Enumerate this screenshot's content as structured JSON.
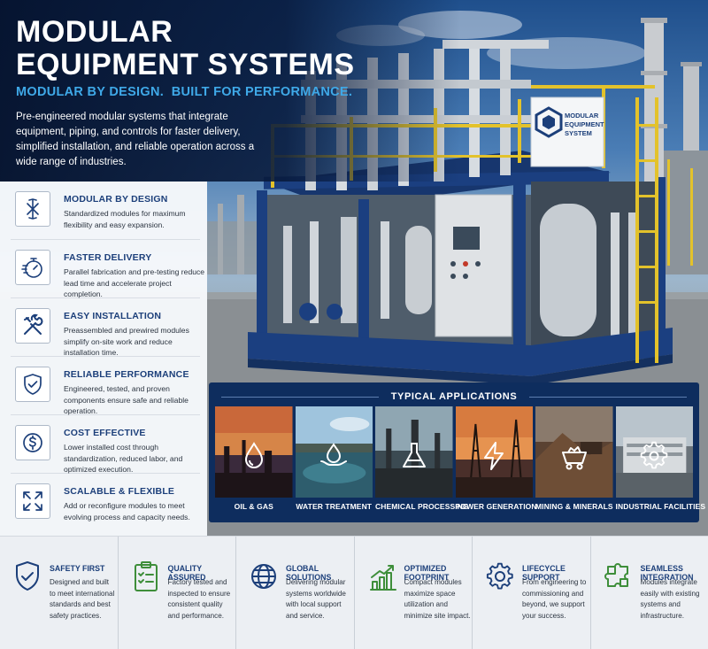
{
  "header": {
    "title_line1": "MODULAR",
    "title_line2": "EQUIPMENT SYSTEMS",
    "tagline": "MODULAR BY DESIGN.  BUILT FOR PERFORMANCE.",
    "intro": "Pre-engineered modular systems that integrate equipment, piping, and controls for faster delivery, simplified installation, and reliable operation across a wide range of industries."
  },
  "module_sign": {
    "line1": "MODULAR",
    "line2": "EQUIPMENT",
    "line3": "SYSTEM"
  },
  "benefits": [
    {
      "title": "MODULAR BY DESIGN",
      "desc": "Standardized modules for maximum flexibility and easy expansion.",
      "icon": "modular-icon"
    },
    {
      "title": "FASTER DELIVERY",
      "desc": "Parallel fabrication and pre-testing reduce lead time and accelerate project completion.",
      "icon": "stopwatch-icon"
    },
    {
      "title": "EASY INSTALLATION",
      "desc": "Preassembled and prewired modules simplify on-site work and reduce installation time.",
      "icon": "wrench-screwdriver-icon"
    },
    {
      "title": "RELIABLE PERFORMANCE",
      "desc": "Engineered, tested, and proven components ensure safe and reliable operation.",
      "icon": "shield-check-icon"
    },
    {
      "title": "COST EFFECTIVE",
      "desc": "Lower installed cost through standardization, reduced labor, and optimized execution.",
      "icon": "dollar-coin-icon"
    },
    {
      "title": "SCALABLE & FLEXIBLE",
      "desc": "Add or reconfigure modules to meet evolving process and capacity needs.",
      "icon": "expand-arrows-icon"
    }
  ],
  "applications": {
    "title": "TYPICAL APPLICATIONS",
    "items": [
      {
        "label": "OIL & GAS",
        "icon": "oil-drop-icon"
      },
      {
        "label": "WATER TREATMENT",
        "icon": "water-hand-icon"
      },
      {
        "label": "CHEMICAL PROCESSING",
        "icon": "flask-icon"
      },
      {
        "label": "POWER GENERATION",
        "icon": "lightning-icon"
      },
      {
        "label": "MINING & MINERALS",
        "icon": "mine-cart-icon"
      },
      {
        "label": "INDUSTRIAL FACILITIES",
        "icon": "gear-icon"
      }
    ]
  },
  "features": [
    {
      "title": "SAFETY FIRST",
      "desc": "Designed and built to meet international standards and best safety practices.",
      "icon": "shield-check-icon"
    },
    {
      "title": "QUALITY ASSURED",
      "desc": "Factory tested and inspected to ensure consistent quality and performance.",
      "icon": "clipboard-checklist-icon"
    },
    {
      "title": "GLOBAL SOLUTIONS",
      "desc": "Delivering modular systems worldwide with local support and service.",
      "icon": "globe-icon"
    },
    {
      "title": "OPTIMIZED FOOTPRINT",
      "desc": "Compact modules maximize space utilization and minimize site impact.",
      "icon": "growth-chart-icon"
    },
    {
      "title": "LIFECYCLE SUPPORT",
      "desc": "From engineering to commissioning and beyond, we support your success.",
      "icon": "lifecycle-gear-icon"
    },
    {
      "title": "SEAMLESS INTEGRATION",
      "desc": "Modules integrate easily with existing systems and infrastructure.",
      "icon": "puzzle-icon"
    }
  ],
  "colors": {
    "navy": "#0e2d5e",
    "accent_blue": "#3fa9e8",
    "heading_blue": "#1c3f7a",
    "green": "#3e8e3a",
    "railing_yellow": "#e3c22b"
  }
}
